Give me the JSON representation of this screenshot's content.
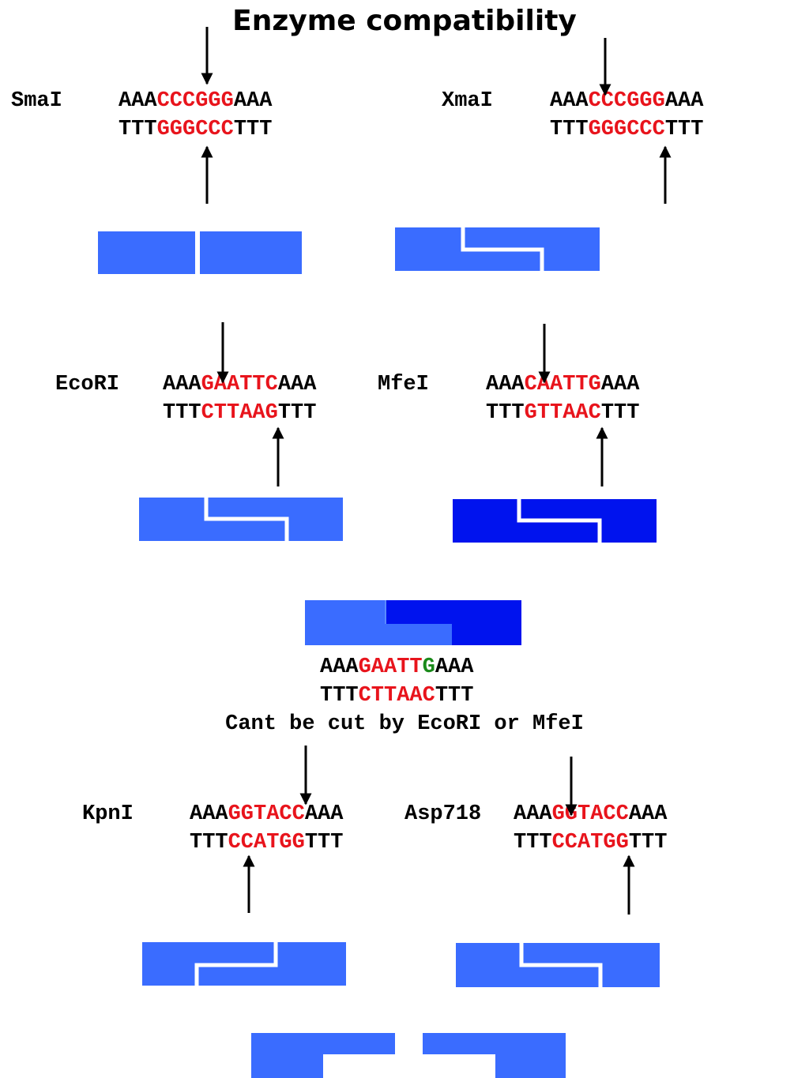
{
  "title": "Enzyme compatibility",
  "colors": {
    "highlight": "#e8141c",
    "mismatch": "#1a8a1a",
    "fragment_light": "#3a6cff",
    "fragment_dark": "#0013ee"
  },
  "enzymes": {
    "smai": {
      "name": "SmaI",
      "top": [
        "AAA",
        "CCCGGG",
        "AAA"
      ],
      "bottom": [
        "TTT",
        "GGGCCC",
        "TTT"
      ]
    },
    "xmai": {
      "name": "XmaI",
      "top": [
        "AAA",
        "CCCGGG",
        "AAA"
      ],
      "bottom": [
        "TTT",
        "GGGCCC",
        "TTT"
      ]
    },
    "ecori": {
      "name": "EcoRI",
      "top": [
        "AAA",
        "GAATTC",
        "AAA"
      ],
      "bottom": [
        "TTT",
        "CTTAAG",
        "TTT"
      ]
    },
    "mfei": {
      "name": "MfeI",
      "top": [
        "AAA",
        "CAATTG",
        "AAA"
      ],
      "bottom": [
        "TTT",
        "GTTAAC",
        "TTT"
      ]
    },
    "kpni": {
      "name": "KpnI",
      "top": [
        "AAA",
        "GGTACC",
        "AAA"
      ],
      "bottom": [
        "TTT",
        "CCATGG",
        "TTT"
      ]
    },
    "asp718": {
      "name": "Asp718",
      "top": [
        "AAA",
        "GGTACC",
        "AAA"
      ],
      "bottom": [
        "TTT",
        "CCATGG",
        "TTT"
      ]
    }
  },
  "hybrid": {
    "top": [
      "AAA",
      "GAATT",
      "G",
      "AAA"
    ],
    "bottom": [
      "TTT",
      "CTTAAC",
      "TTT"
    ],
    "caption": "Cant be cut by EcoRI or MfeI"
  }
}
